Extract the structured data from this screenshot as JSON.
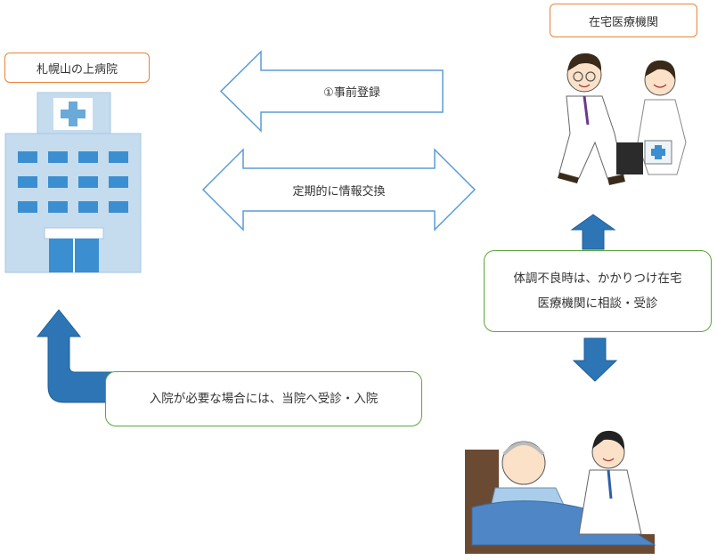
{
  "hospital": {
    "label": "札幌山の上病院"
  },
  "home_clinic": {
    "label": "在宅医療機関"
  },
  "arrows": {
    "pre_registration": "①事前登録",
    "info_exchange": "定期的に情報交換"
  },
  "notes": {
    "consult_line1": "体調不良時は、かかりつけ在宅",
    "consult_line2": "医療機関に相談・受診",
    "admission": "入院が必要な場合には、当院へ受診・入院"
  },
  "colors": {
    "label_border": "#e8833a",
    "note_border": "#5aa63a",
    "outline_arrow": "#5b9bd5",
    "solid_arrow": "#2e75b6",
    "building": "#bcd6ee"
  }
}
